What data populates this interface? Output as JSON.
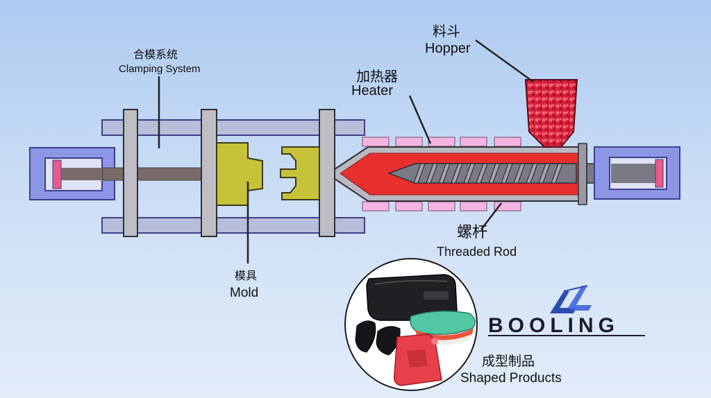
{
  "labels": {
    "clamping": {
      "zh": "合模系统",
      "en": "Clamping System"
    },
    "hopper": {
      "zh": "料斗",
      "en": "Hopper"
    },
    "heater": {
      "zh": "加热器",
      "en": "Heater"
    },
    "rod": {
      "zh": "螺杆",
      "en": "Threaded Rod"
    },
    "mold": {
      "zh": "模具",
      "en": "Mold"
    },
    "products": {
      "zh": "成型制品",
      "en": "Shaped Products"
    }
  },
  "brand": {
    "name": "BOOLING"
  },
  "colors": {
    "frame_fill": "#8d96e6",
    "frame_stroke": "#3d3f8a",
    "rail": "#b8bdd9",
    "plate": "#bdbdc3",
    "mold": "#c6c23a",
    "barrel": "#b8b8c0",
    "melt": "#e7302e",
    "heater_band": "#f4b6e1",
    "rod": "#7a7a84",
    "hopper": "#d6213a",
    "accent_blue": "#2b4db0"
  }
}
